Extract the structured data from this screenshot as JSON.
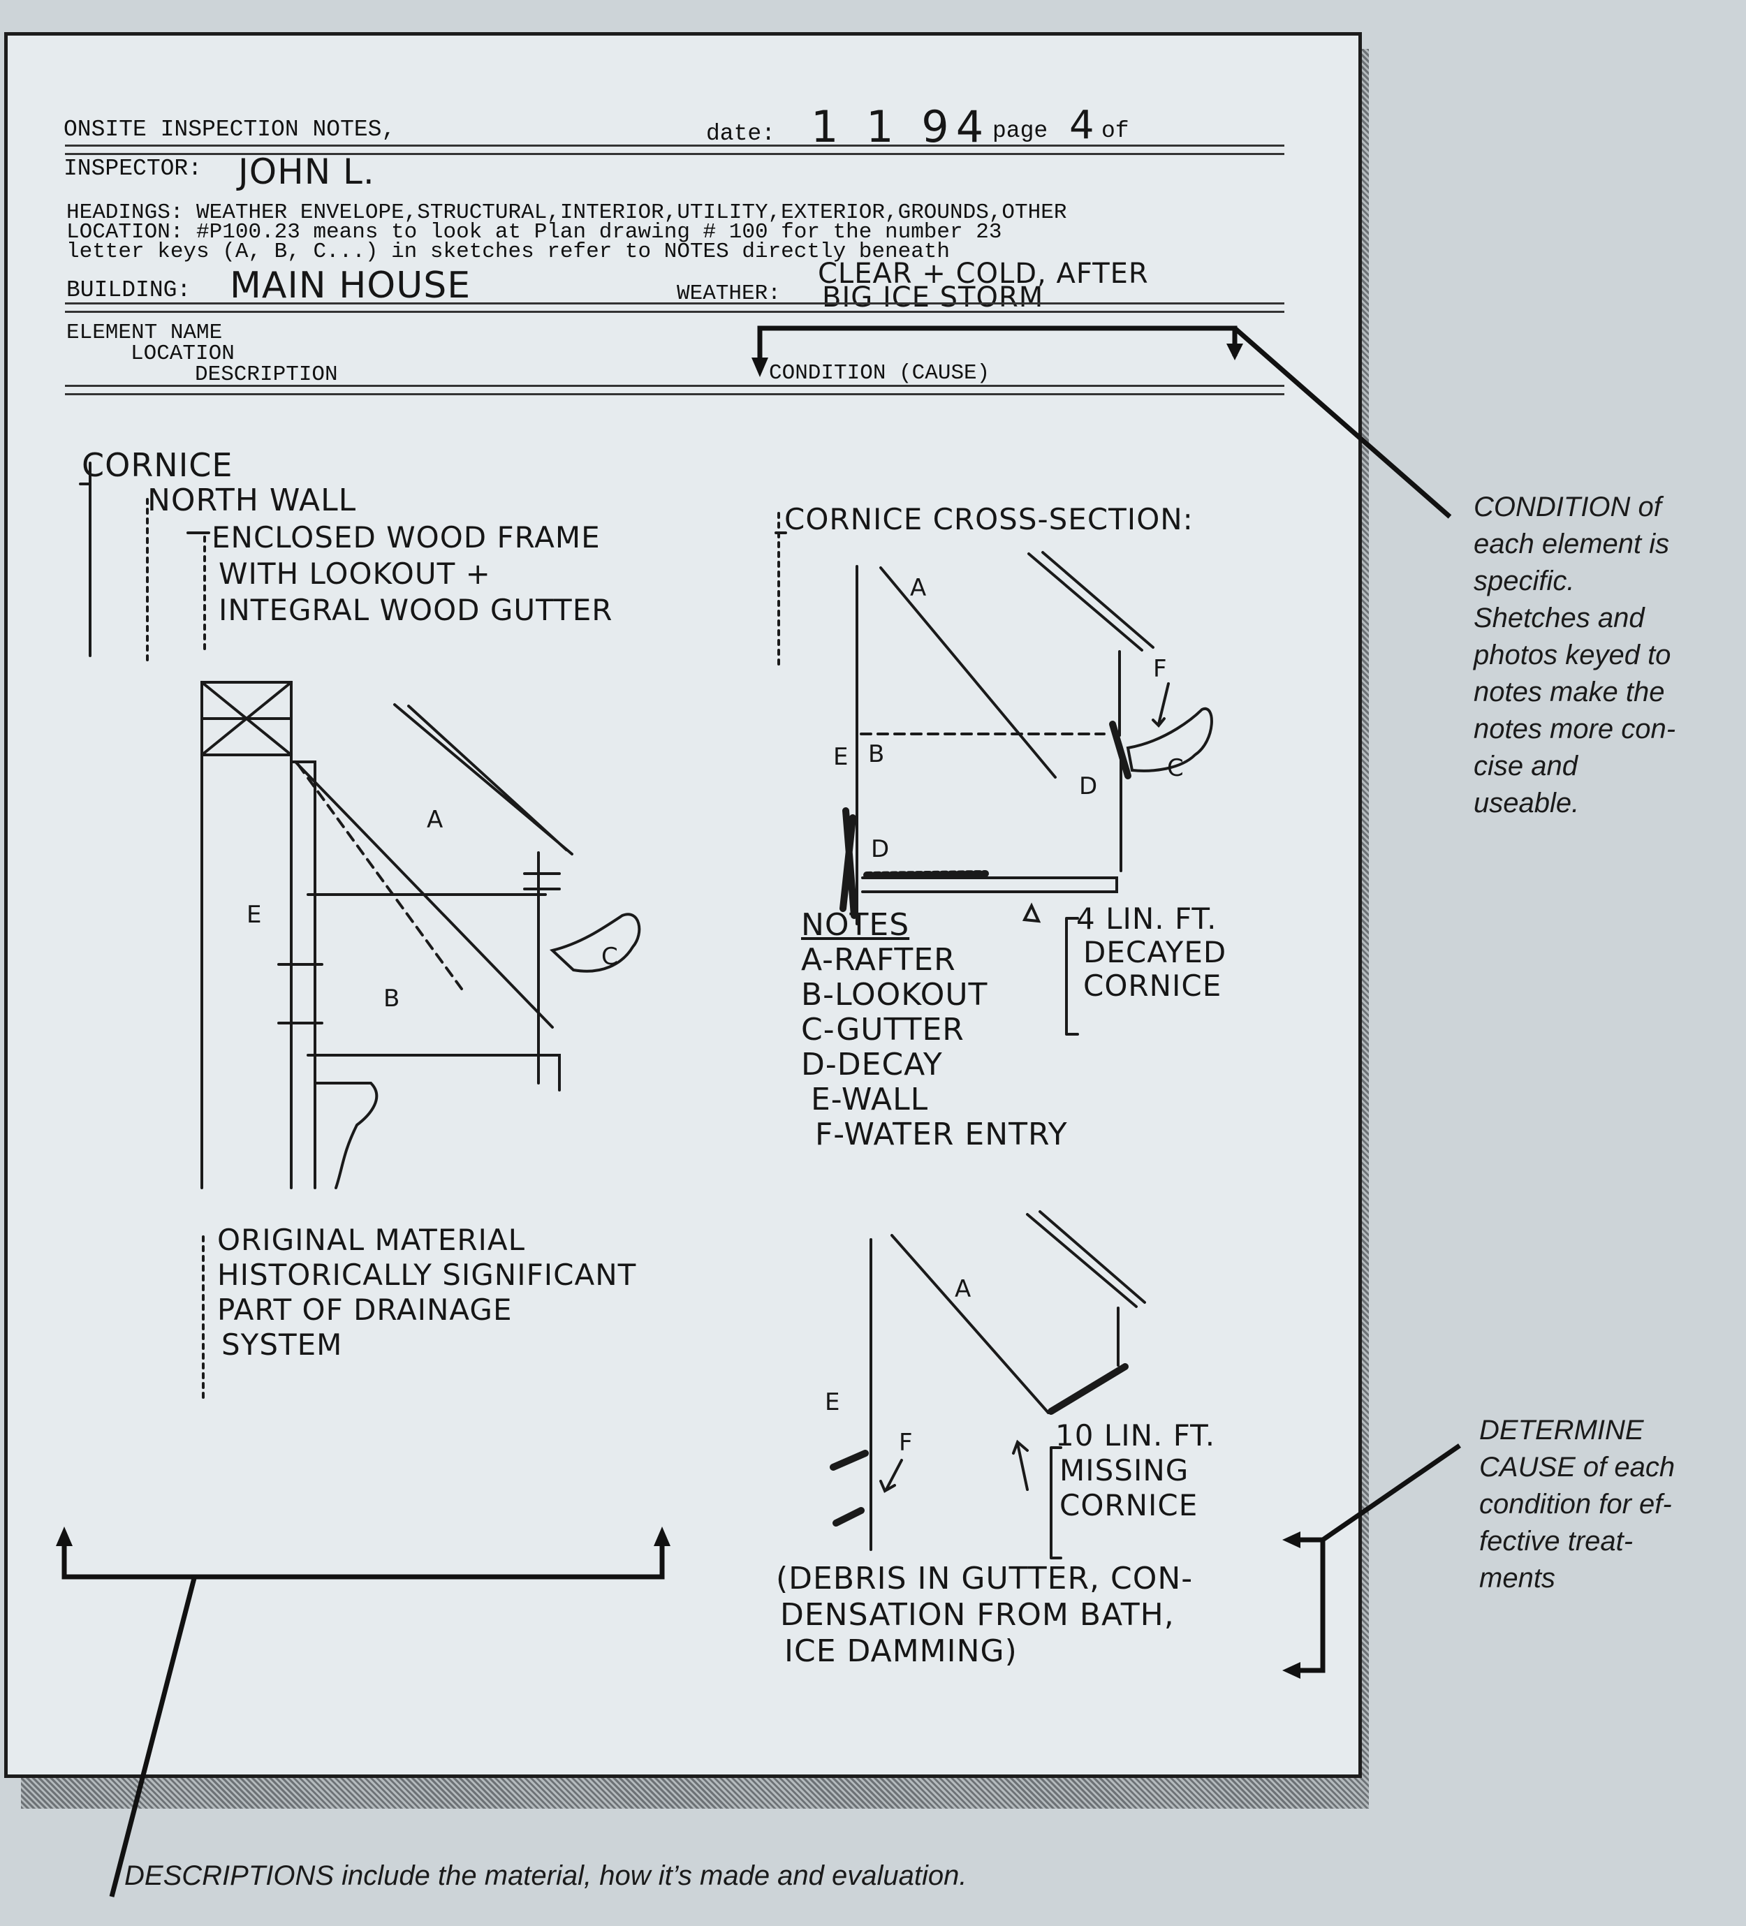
{
  "form": {
    "title": "ONSITE INSPECTION NOTES,",
    "date_label": "date:",
    "date_value": "1 1 94",
    "page_label": "page",
    "page_value": "4",
    "of_label": "of",
    "inspector_label": "INSPECTOR:",
    "inspector_value": "JOHN L.",
    "headings_line": "HEADINGS: WEATHER ENVELOPE,STRUCTURAL,INTERIOR,UTILITY,EXTERIOR,GROUNDS,OTHER",
    "location_line": "LOCATION: #P100.23 means to look at Plan drawing # 100 for the number 23",
    "keys_line": "letter keys (A, B, C...) in sketches refer to NOTES directly beneath",
    "building_label": "BUILDING:",
    "building_value": "MAIN HOUSE",
    "weather_label": "WEATHER:",
    "weather_line1": "CLEAR + COLD, AFTER",
    "weather_line2": "BIG ICE STORM",
    "col_element": "ELEMENT NAME",
    "col_location": "LOCATION",
    "col_description": "DESCRIPTION",
    "col_condition": "CONDITION (CAUSE)"
  },
  "description": {
    "element": "CORNICE",
    "location": "NORTH WALL",
    "desc_lines": [
      "ENCLOSED WOOD FRAME",
      "WITH LOOKOUT +",
      "INTEGRAL WOOD GUTTER"
    ],
    "eval_lines": [
      "ORIGINAL MATERIAL",
      "HISTORICALLY SIGNIFICANT",
      "PART OF DRAINAGE",
      "SYSTEM"
    ]
  },
  "condition": {
    "heading": "CORNICE CROSS-SECTION:",
    "notes_title": "NOTES",
    "notes": [
      "A-RAFTER",
      "B-LOOKOUT",
      "C-GUTTER",
      "D-DECAY",
      "E-WALL",
      "F-WATER ENTRY"
    ],
    "callout1": [
      "4 LIN. FT.",
      "DECAYED",
      "CORNICE"
    ],
    "callout2": [
      "10 LIN. FT.",
      "MISSING",
      "CORNICE"
    ],
    "cause_lines": [
      "(DEBRIS IN GUTTER, CON-",
      "DENSATION FROM BATH,",
      "ICE DAMMING)"
    ]
  },
  "sketch_labels": {
    "a": "A",
    "b": "B",
    "c": "C",
    "d": "D",
    "e": "E",
    "f": "F"
  },
  "annotations": {
    "condition_lines": [
      "CONDITION of",
      "each element is",
      "specific.",
      "Shetches and",
      "photos keyed to",
      "notes make the",
      "notes more con-",
      "cise and",
      "useable."
    ],
    "cause_lines": [
      "DETERMINE",
      "CAUSE of each",
      "condition for ef-",
      "fective treat-",
      "ments"
    ],
    "descriptions": "DESCRIPTIONS include the material, how it’s made and evaluation."
  }
}
